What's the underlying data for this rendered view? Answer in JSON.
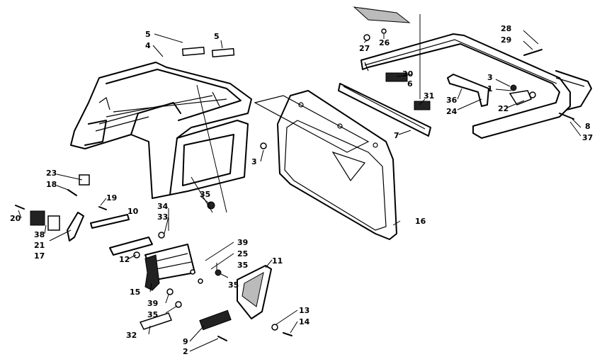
{
  "callouts": [
    {
      "id": "c1",
      "text": "1"
    },
    {
      "id": "c2",
      "text": "2"
    },
    {
      "id": "c3a",
      "text": "3"
    },
    {
      "id": "c3b",
      "text": "3"
    },
    {
      "id": "c4",
      "text": "4"
    },
    {
      "id": "c5a",
      "text": "5"
    },
    {
      "id": "c5b",
      "text": "5"
    },
    {
      "id": "c6",
      "text": "6"
    },
    {
      "id": "c7",
      "text": "7"
    },
    {
      "id": "c8",
      "text": "8"
    },
    {
      "id": "c9",
      "text": "9"
    },
    {
      "id": "c10",
      "text": "10"
    },
    {
      "id": "c11",
      "text": "11"
    },
    {
      "id": "c12",
      "text": "12"
    },
    {
      "id": "c13",
      "text": "13"
    },
    {
      "id": "c14",
      "text": "14"
    },
    {
      "id": "c15",
      "text": "15"
    },
    {
      "id": "c16",
      "text": "16"
    },
    {
      "id": "c17",
      "text": "17"
    },
    {
      "id": "c18",
      "text": "18"
    },
    {
      "id": "c19",
      "text": "19"
    },
    {
      "id": "c20",
      "text": "20"
    },
    {
      "id": "c21",
      "text": "21"
    },
    {
      "id": "c22",
      "text": "22"
    },
    {
      "id": "c23",
      "text": "23"
    },
    {
      "id": "c24",
      "text": "24"
    },
    {
      "id": "c25",
      "text": "25"
    },
    {
      "id": "c26",
      "text": "26"
    },
    {
      "id": "c27",
      "text": "27"
    },
    {
      "id": "c28",
      "text": "28"
    },
    {
      "id": "c29",
      "text": "29"
    },
    {
      "id": "c30",
      "text": "30"
    },
    {
      "id": "c31",
      "text": "31"
    },
    {
      "id": "c32",
      "text": "32"
    },
    {
      "id": "c33",
      "text": "33"
    },
    {
      "id": "c34",
      "text": "34"
    },
    {
      "id": "c35a",
      "text": "35"
    },
    {
      "id": "c35b",
      "text": "35"
    },
    {
      "id": "c35c",
      "text": "35"
    },
    {
      "id": "c35d",
      "text": "35"
    },
    {
      "id": "c36",
      "text": "36"
    },
    {
      "id": "c37",
      "text": "37"
    },
    {
      "id": "c38",
      "text": "38"
    },
    {
      "id": "c39a",
      "text": "39"
    },
    {
      "id": "c39b",
      "text": "39"
    }
  ],
  "colors": {
    "ink": "#000000",
    "background": "#ffffff"
  }
}
